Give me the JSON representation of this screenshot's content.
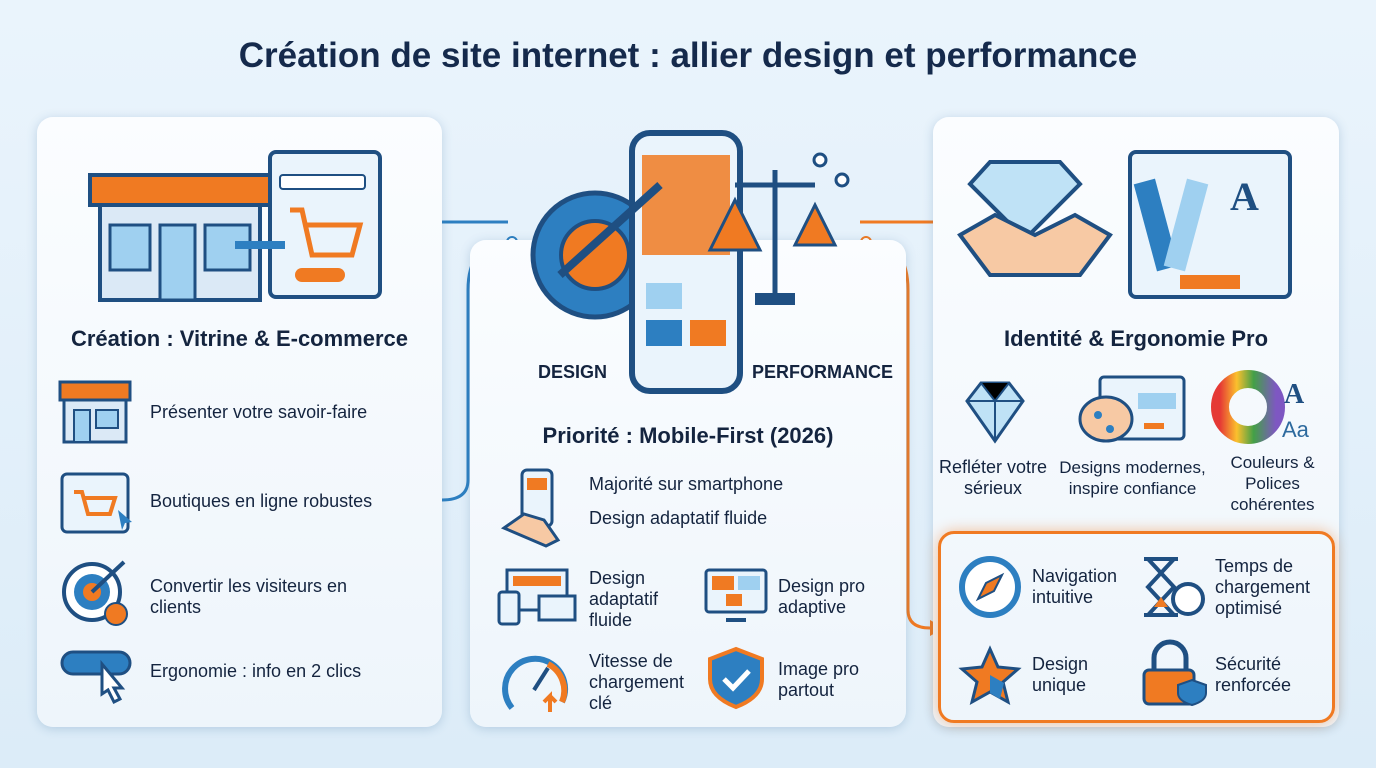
{
  "title": "Création de site internet : allier design et performance",
  "colors": {
    "navy": "#1f4f82",
    "blue": "#2d7fc1",
    "orange": "#f07a22",
    "background": "#e6f2fb"
  },
  "left": {
    "heading": "Création : Vitrine & E-commerce",
    "items": [
      {
        "icon": "storefront-icon",
        "label": "Présenter votre savoir-faire"
      },
      {
        "icon": "shopping-cart-browser-icon",
        "label": "Boutiques en ligne robustes"
      },
      {
        "icon": "target-icon",
        "label": "Convertir les visiteurs en clients"
      },
      {
        "icon": "click-button-icon",
        "label": "Ergonomie : info en 2 clics"
      }
    ]
  },
  "center": {
    "design_label": "DESIGN",
    "performance_label": "PERFORMANCE",
    "heading": "Priorité : Mobile-First (2026)",
    "phone_lines": [
      "Majorité sur smartphone",
      "Design adaptatif fluide"
    ],
    "items": [
      {
        "icon": "multi-device-icon",
        "label": "Design adaptatif fluide"
      },
      {
        "icon": "monitor-icon",
        "label": "Design pro adaptive"
      },
      {
        "icon": "speedometer-icon",
        "label": "Vitesse de chargement clé"
      },
      {
        "icon": "shield-check-icon",
        "label": "Image pro partout"
      }
    ]
  },
  "right": {
    "heading": "Identité & Ergonomie Pro",
    "features": [
      {
        "icon": "diamond-icon",
        "label": "Refléter votre sérieux"
      },
      {
        "icon": "palette-icon",
        "label": "Designs modernes, inspire confiance"
      },
      {
        "icon": "color-wheel-icon",
        "label": "Couleurs & Polices cohérentes"
      }
    ],
    "highlights": [
      {
        "icon": "compass-icon",
        "label": "Navigation intuitive"
      },
      {
        "icon": "hourglass-icon",
        "label": "Temps de chargement optimisé"
      },
      {
        "icon": "star-puzzle-icon",
        "label": "Design unique"
      },
      {
        "icon": "lock-icon",
        "label": "Sécurité renforcée"
      }
    ]
  }
}
